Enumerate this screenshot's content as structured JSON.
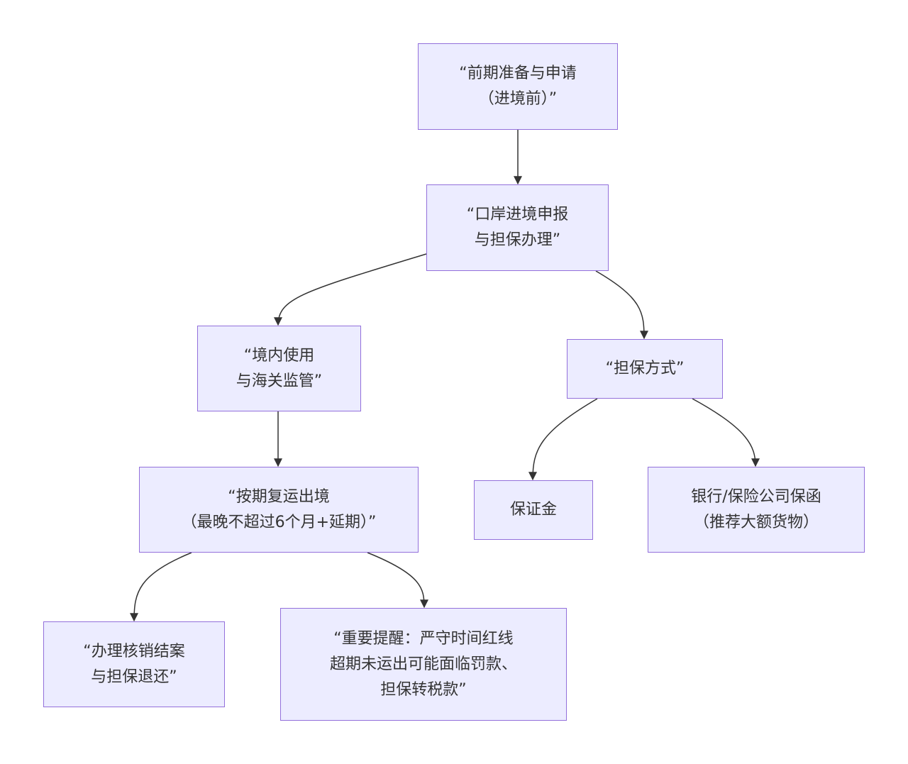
{
  "nodes": [
    {
      "id": "n1",
      "lines": [
        "“前期准备与申请",
        "（进境前）”"
      ]
    },
    {
      "id": "n2",
      "lines": [
        "“口岸进境申报",
        "与担保办理”"
      ]
    },
    {
      "id": "n3",
      "lines": [
        "“境内使用",
        "与海关监管”"
      ]
    },
    {
      "id": "n4",
      "lines": [
        "“担保方式”"
      ]
    },
    {
      "id": "n5",
      "lines": [
        "“按期复运出境",
        "（最晚不超过6个月+延期）”"
      ]
    },
    {
      "id": "n6",
      "lines": [
        "保证金"
      ]
    },
    {
      "id": "n7",
      "lines": [
        "银行/保险公司保函",
        "（推荐大额货物）"
      ]
    },
    {
      "id": "n8",
      "lines": [
        "“办理核销结案",
        "与担保退还”"
      ]
    },
    {
      "id": "n9",
      "lines": [
        "“重要提醒：严守时间红线",
        "超期未运出可能面临罚款、",
        "担保转税款”"
      ]
    }
  ],
  "edges": [
    {
      "from": "n1",
      "to": "n2"
    },
    {
      "from": "n2",
      "to": "n3"
    },
    {
      "from": "n2",
      "to": "n4"
    },
    {
      "from": "n3",
      "to": "n5"
    },
    {
      "from": "n4",
      "to": "n6"
    },
    {
      "from": "n4",
      "to": "n7"
    },
    {
      "from": "n5",
      "to": "n8"
    },
    {
      "from": "n5",
      "to": "n9"
    }
  ]
}
